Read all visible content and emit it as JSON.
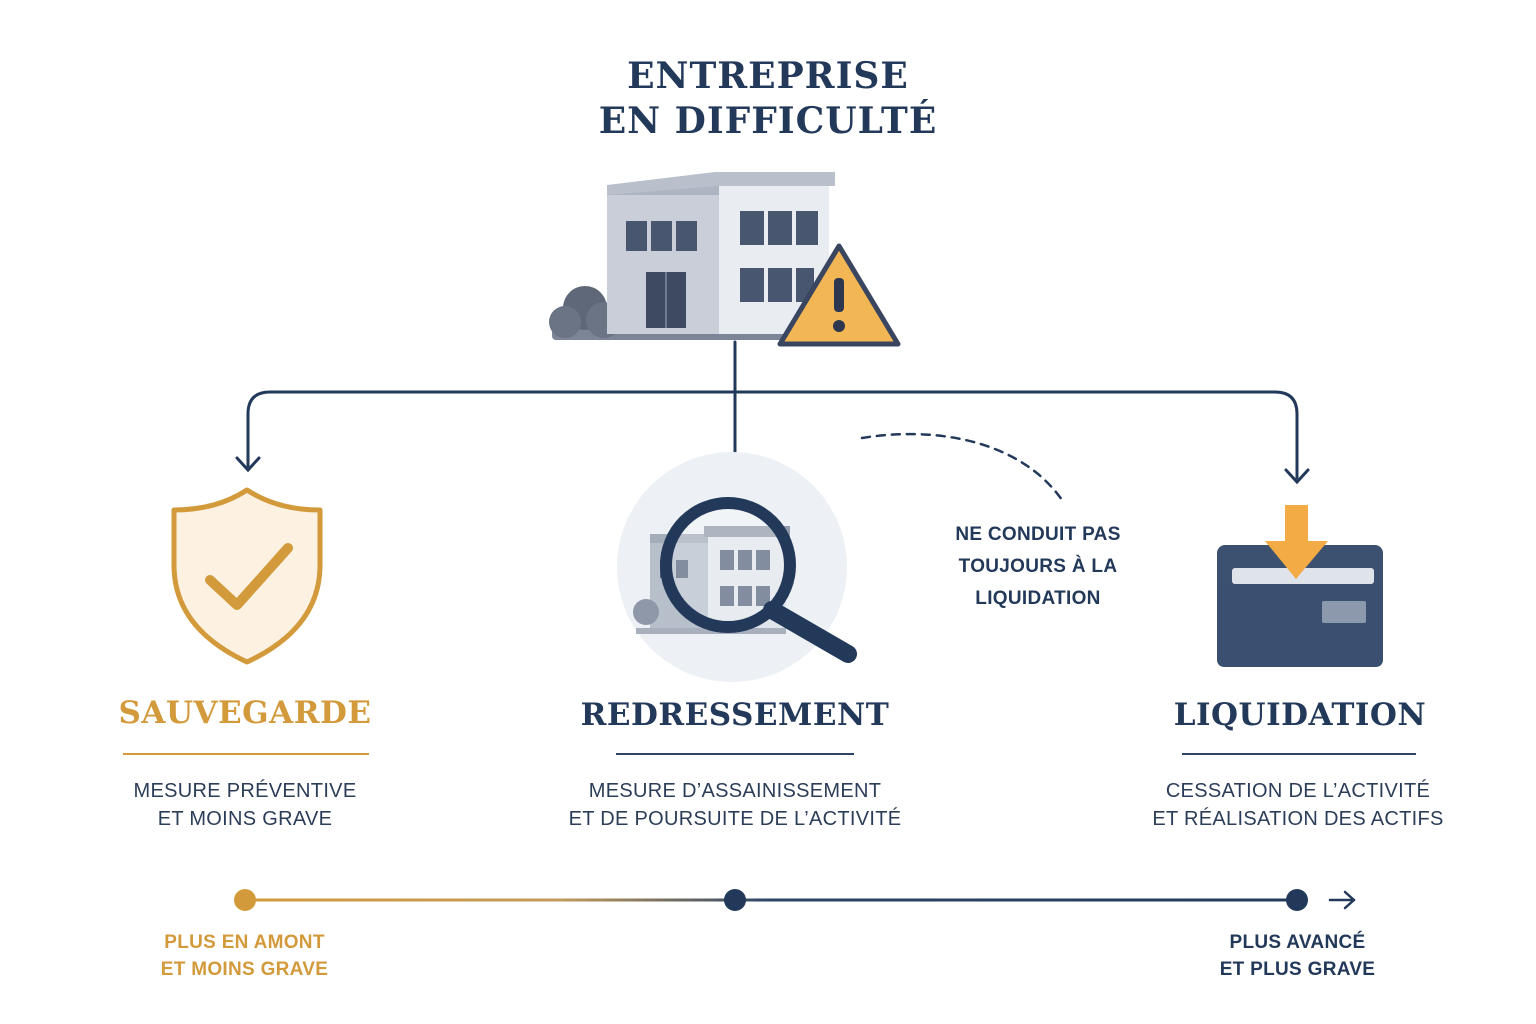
{
  "header": {
    "title_line1": "ENTREPRISE",
    "title_line2": "EN DIFFICULTÉ"
  },
  "columns": [
    {
      "title": "SAUVEGARDE",
      "desc_line1": "MESURE PRÉVENTIVE",
      "desc_line2": "ET MOINS GRAVE",
      "color": "#d39a3b",
      "icon": "shield-check-icon"
    },
    {
      "title": "REDRESSEMENT",
      "desc_line1": "MESURE D’ASSAINISSEMENT",
      "desc_line2": "ET DE POURSUITE DE L’ACTIVITÉ",
      "color": "#23395a",
      "icon": "magnifier-building-icon"
    },
    {
      "title": "LIQUIDATION",
      "desc_line1": "CESSATION DE L’ACTIVITÉ",
      "desc_line2": "ET RÉALISATION DES ACTIFS",
      "color": "#23395a",
      "icon": "folder-download-icon"
    }
  ],
  "note": {
    "line1": "NE CONDUIT PAS",
    "line2": "TOUJOURS À LA",
    "line3": "LIQUIDATION"
  },
  "scale": {
    "left_line1": "PLUS EN AMONT",
    "left_line2": "ET MOINS GRAVE",
    "right_line1": "PLUS AVANCÉ",
    "right_line2": "ET PLUS GRAVE"
  },
  "colors": {
    "gold": "#d39a3b",
    "navy": "#23395a",
    "warning": "#f2b654"
  },
  "icons": {
    "top": "building-warning-icon"
  }
}
